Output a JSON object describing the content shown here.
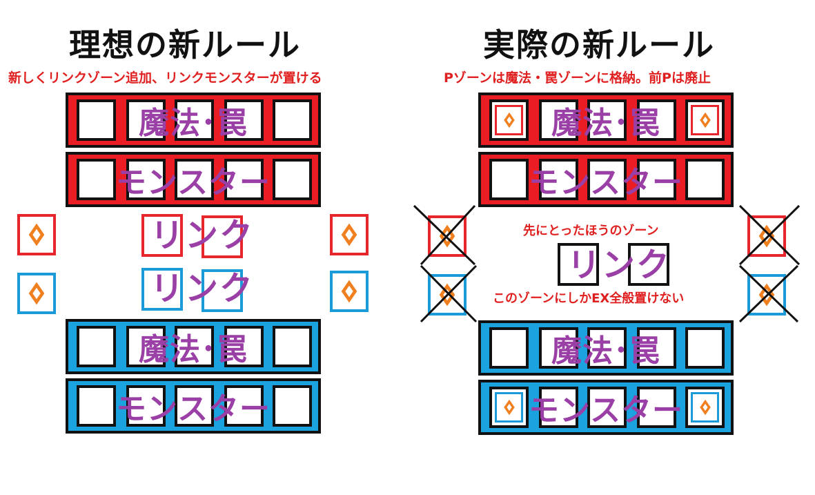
{
  "left": {
    "title": "理想の新ルール",
    "subtitle": "新しくリンクゾーン追加、リンクモンスターが置ける",
    "rows": [
      {
        "label": "魔法･罠"
      },
      {
        "label": "モンスター"
      }
    ],
    "link_label": "リンク",
    "rows_bottom": [
      {
        "label": "魔法･罠"
      },
      {
        "label": "モンスター"
      }
    ]
  },
  "right": {
    "title": "実際の新ルール",
    "subtitle": "Pゾーンは魔法・罠ゾーンに格納。前Pは廃止",
    "rows": [
      {
        "label": "魔法･罠"
      },
      {
        "label": "モンスター"
      }
    ],
    "note_top": "先にとったほうのゾーン",
    "link_label": "リンク",
    "note_bottom": "このゾーンにしかEX全般置けない",
    "rows_bottom": [
      {
        "label": "魔法･罠"
      },
      {
        "label": "モンスター"
      }
    ]
  },
  "colors": {
    "player1": "#ea1c24",
    "player2": "#1aa3de",
    "label": "#9a3fa5",
    "pendulum": "#f07f1f",
    "note": "#e02020"
  },
  "icons": [
    "pendulum-diamond-icon",
    "cross-out-icon"
  ]
}
